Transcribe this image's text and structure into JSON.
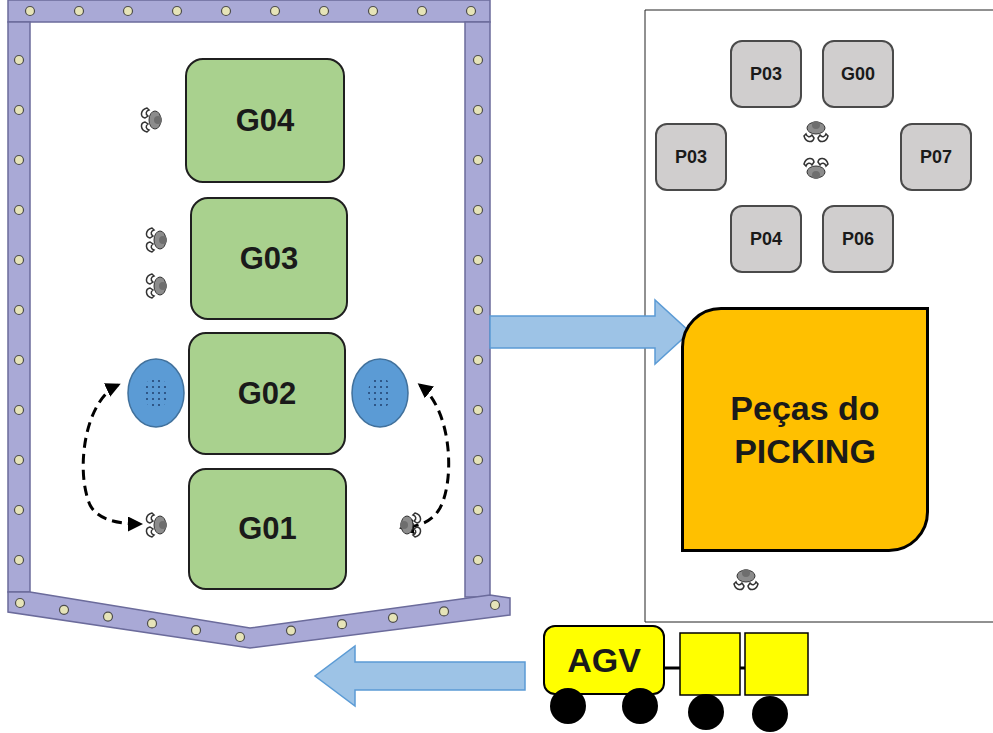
{
  "diagram": {
    "nodes": [
      {
        "text": [
          "G04"
        ]
      },
      {
        "text": [
          "G03"
        ]
      },
      {
        "text": [
          "G02"
        ]
      },
      {
        "text": [
          "G01"
        ]
      },
      {
        "text": [
          "P03"
        ]
      },
      {
        "text": [
          "G00"
        ]
      },
      {
        "text": [
          "P03"
        ]
      },
      {
        "text": [
          "P07"
        ]
      },
      {
        "text": [
          "P04"
        ]
      },
      {
        "text": [
          "P06"
        ]
      },
      {
        "text": [
          "Peças do PICKING"
        ]
      },
      {
        "text": [
          "AGV"
        ]
      }
    ]
  }
}
